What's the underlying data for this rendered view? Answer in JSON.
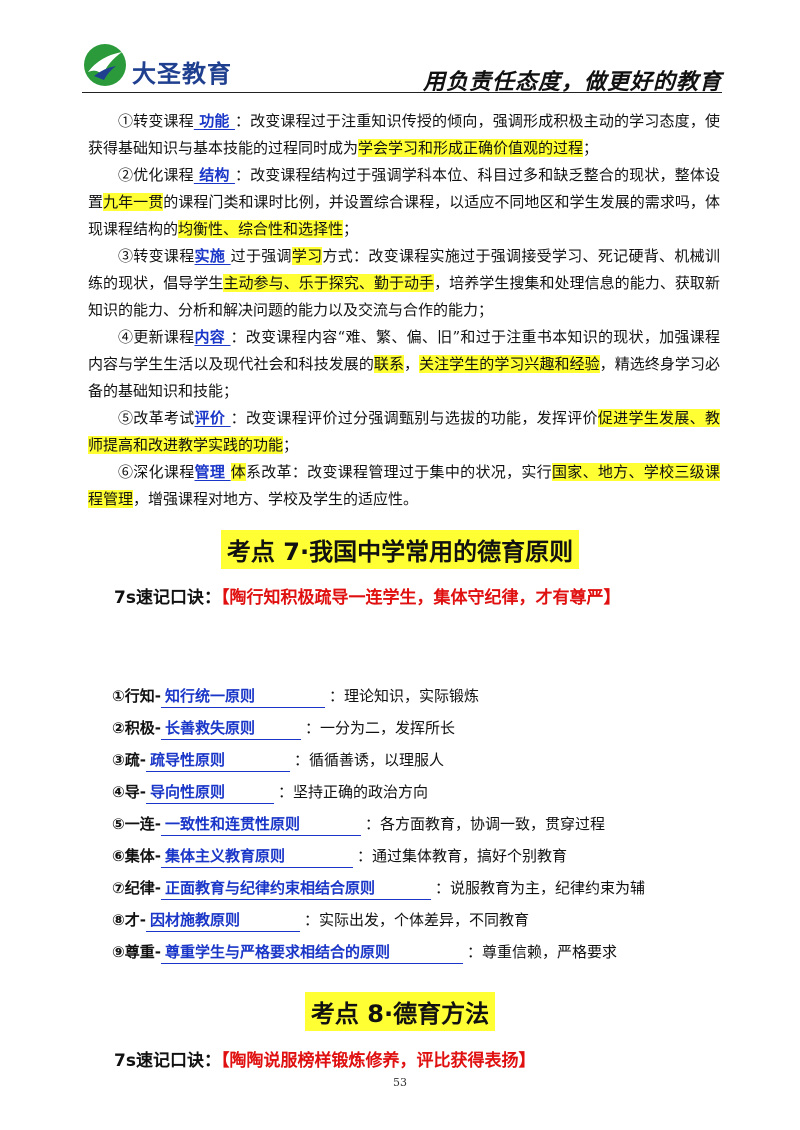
{
  "header": {
    "logo_text": "大圣教育",
    "slogan": "用负责任态度，做更好的教育"
  },
  "paragraphs": [
    [
      {
        "t": "①转变课程"
      },
      {
        "t": " 功能  ",
        "c": "ul-blue"
      },
      {
        "t": " ：改变课程过于注重知识传授的倾向，强调形成积极主动的学习态度，使获得基础知识与基本技能的过程同时成为"
      },
      {
        "t": "学会学习和形成正确价值观的过程",
        "c": "hl"
      },
      {
        "t": "；"
      }
    ],
    [
      {
        "t": "②优化课程"
      },
      {
        "t": " 结构  ",
        "c": "ul-blue"
      },
      {
        "t": " ：改变课程结构过于强调学科本位、科目过多和缺乏整合的现状，整体设置"
      },
      {
        "t": "九年一贯",
        "c": "hl"
      },
      {
        "t": "的课程门类和课时比例，并设置综合课程，以适应不同地区和学生发展的需求吗，体现课程结构的"
      },
      {
        "t": "均衡性、综合性和选择性",
        "c": "hl"
      },
      {
        "t": "；"
      }
    ],
    [
      {
        "t": "③转变课程"
      },
      {
        "t": "实施   ",
        "c": "ul-blue"
      },
      {
        "t": " 过于强调"
      },
      {
        "t": "学习",
        "c": "hl"
      },
      {
        "t": "方式：改变课程实施过于强调接受学习、死记硬背、机械训练的现状，倡导学生"
      },
      {
        "t": "主动参与、乐于探究、勤于动手",
        "c": "hl"
      },
      {
        "t": "，培养学生搜集和处理信息的能力、获取新知识的能力、分析和解决问题的能力以及交流与合作的能力；"
      }
    ],
    [
      {
        "t": "④更新课程"
      },
      {
        "t": "内容  ",
        "c": "ul-blue"
      },
      {
        "t": " ：改变课程内容“难、繁、偏、旧”和过于注重书本知识的现状，加强课程内容与学生生活以及现代社会和科技发展的"
      },
      {
        "t": "联系",
        "c": "hl"
      },
      {
        "t": "，"
      },
      {
        "t": "关注学生的学习兴趣和经验",
        "c": "hl"
      },
      {
        "t": "，精选终身学习必备的基础知识和技能；"
      }
    ],
    [
      {
        "t": "⑤改革考试"
      },
      {
        "t": "评价  ",
        "c": "ul-blue"
      },
      {
        "t": " ：改变课程评价过分强调甄别与选拔的功能，发挥评价"
      },
      {
        "t": "促进学生发展、教师提高和改进教学实践的功能",
        "c": "hl"
      },
      {
        "t": "；"
      }
    ],
    [
      {
        "t": "⑥深化课程"
      },
      {
        "t": "管理   ",
        "c": "ul-blue"
      },
      {
        "t": "体",
        "c": "hl"
      },
      {
        "t": "系改革：改变课程管理过于集中的状况，实行"
      },
      {
        "t": "国家、地方、学校三级课程管理",
        "c": "hl"
      },
      {
        "t": "，增强课程对地方、学校及学生的适应性。"
      }
    ]
  ],
  "section7": {
    "heading": "考点 7·我国中学常用的德育原则",
    "mnemonic_label": "7s速记口诀：",
    "mnemonic_text": "【陶行知积极疏导一连学生，集体守纪律，才有尊严】"
  },
  "principles": [
    {
      "key": "①行知-",
      "name": "  知行统一原则",
      "desc": "：理论知识，实际锻炼"
    },
    {
      "key": "②积极-",
      "name": " 长善救失原则",
      "desc": "：一分为二，发挥所长"
    },
    {
      "key": "③疏-",
      "name": " 疏导性原则",
      "desc": "：循循善诱，以理服人"
    },
    {
      "key": "④导-",
      "name": " 导向性原则",
      "desc": "：坚持正确的政治方向"
    },
    {
      "key": "⑤一连-",
      "name": " 一致性和连贯性原则",
      "desc": "：各方面教育，协调一致，贯穿过程"
    },
    {
      "key": "⑥集体-",
      "name": " 集体主义教育原则",
      "desc": "：通过集体教育，搞好个别教育"
    },
    {
      "key": "⑦纪律-",
      "name": " 正面教育与纪律约束相结合原则",
      "desc": "：说服教育为主，纪律约束为辅"
    },
    {
      "key": "⑧才-",
      "name": " 因材施教原则",
      "desc": "：实际出发，个体差异，不同教育"
    },
    {
      "key": "⑨尊重-",
      "name": " 尊重学生与严格要求相结合的原则",
      "desc": "：尊重信赖，严格要求"
    }
  ],
  "section8": {
    "heading": "考点 8·德育方法",
    "mnemonic_label": "7s速记口诀：",
    "mnemonic_text": "【陶陶说服榜样锻炼修养，评比获得表扬】"
  },
  "page_number": "53",
  "colors": {
    "highlight": "#ffff33",
    "link_blue": "#1a36c8",
    "mnemonic_red": "#e01010",
    "logo_blue": "#1f3f8f"
  }
}
